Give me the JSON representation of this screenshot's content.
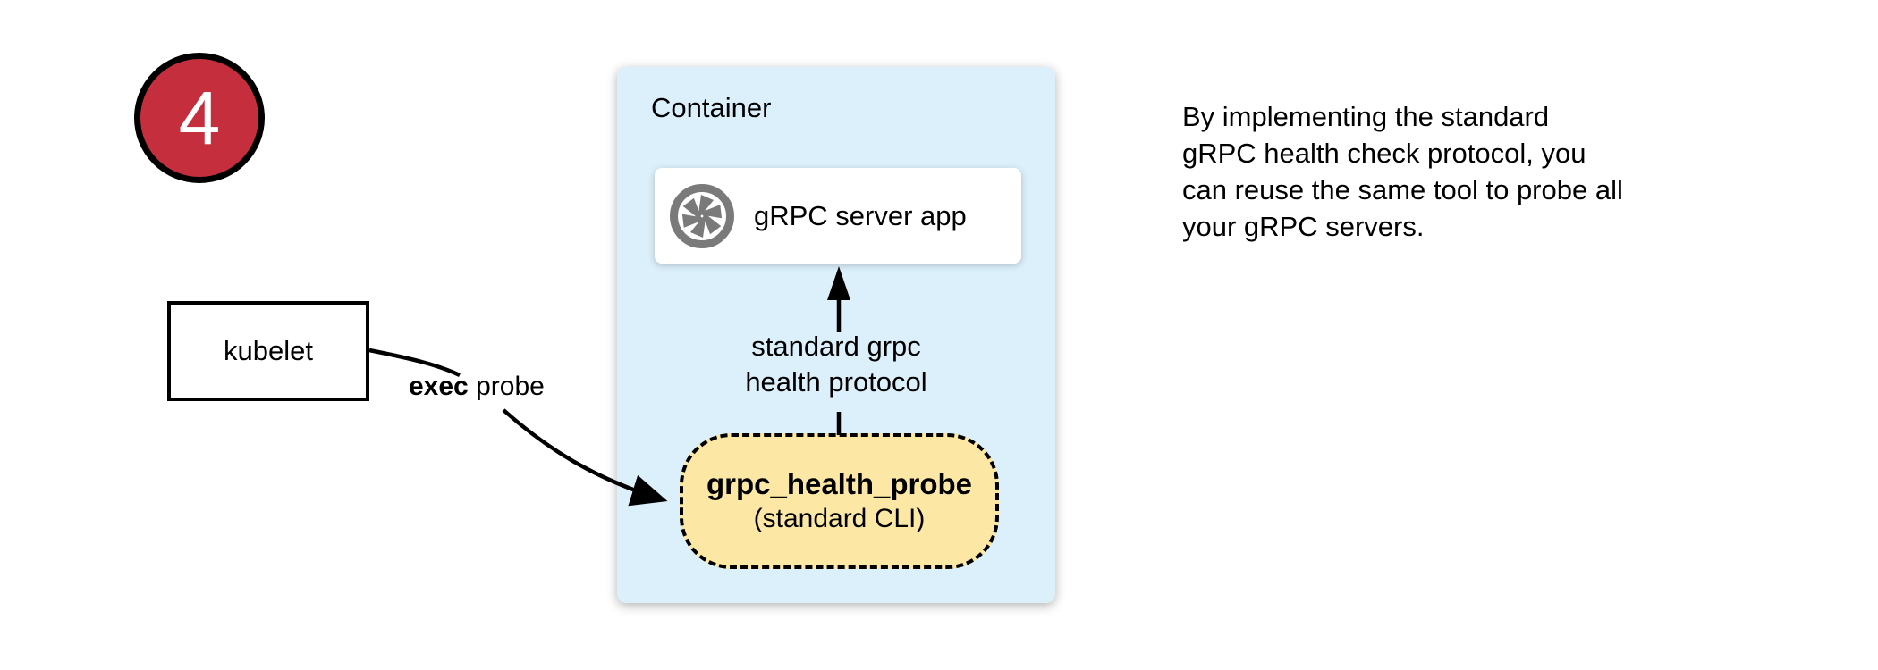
{
  "step_badge": {
    "number": "4",
    "fill_color": "#C52F3D"
  },
  "kubelet_box": {
    "label": "kubelet"
  },
  "exec_probe_label": {
    "bold_part": "exec",
    "rest_part": " probe"
  },
  "container": {
    "title": "Container",
    "bg_color": "#DCF0FB",
    "server_box": {
      "label": "gRPC server app",
      "icon": "shutter-aperture-icon",
      "icon_color": "#7A7A7A"
    },
    "protocol_arrow_label": "standard grpc\nhealth protocol",
    "probe_box": {
      "title": "grpc_health_probe",
      "subtitle": "(standard CLI)",
      "bg_color": "#FCE7A5"
    }
  },
  "caption": {
    "text": "By implementing the standard\ngRPC health check protocol, you\ncan reuse the same tool to probe all\nyour gRPC servers."
  }
}
